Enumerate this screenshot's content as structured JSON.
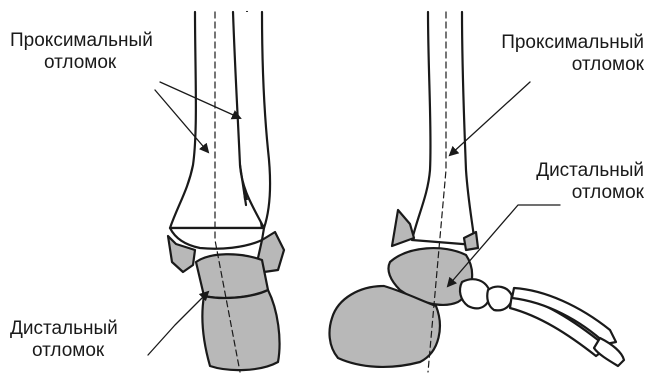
{
  "labels": {
    "front_proximal": {
      "line1": "Проксимальный",
      "line2": "отломок"
    },
    "front_distal": {
      "line1": "Дистальный",
      "line2": "отломок"
    },
    "side_proximal": {
      "line1": "Проксимальный",
      "line2": "отломок"
    },
    "side_distal": {
      "line1": "Дистальный",
      "line2": "отломок"
    }
  },
  "colors": {
    "bone_fill": "#b8b8b8",
    "outline": "#1a1a1a",
    "background": "#ffffff"
  }
}
